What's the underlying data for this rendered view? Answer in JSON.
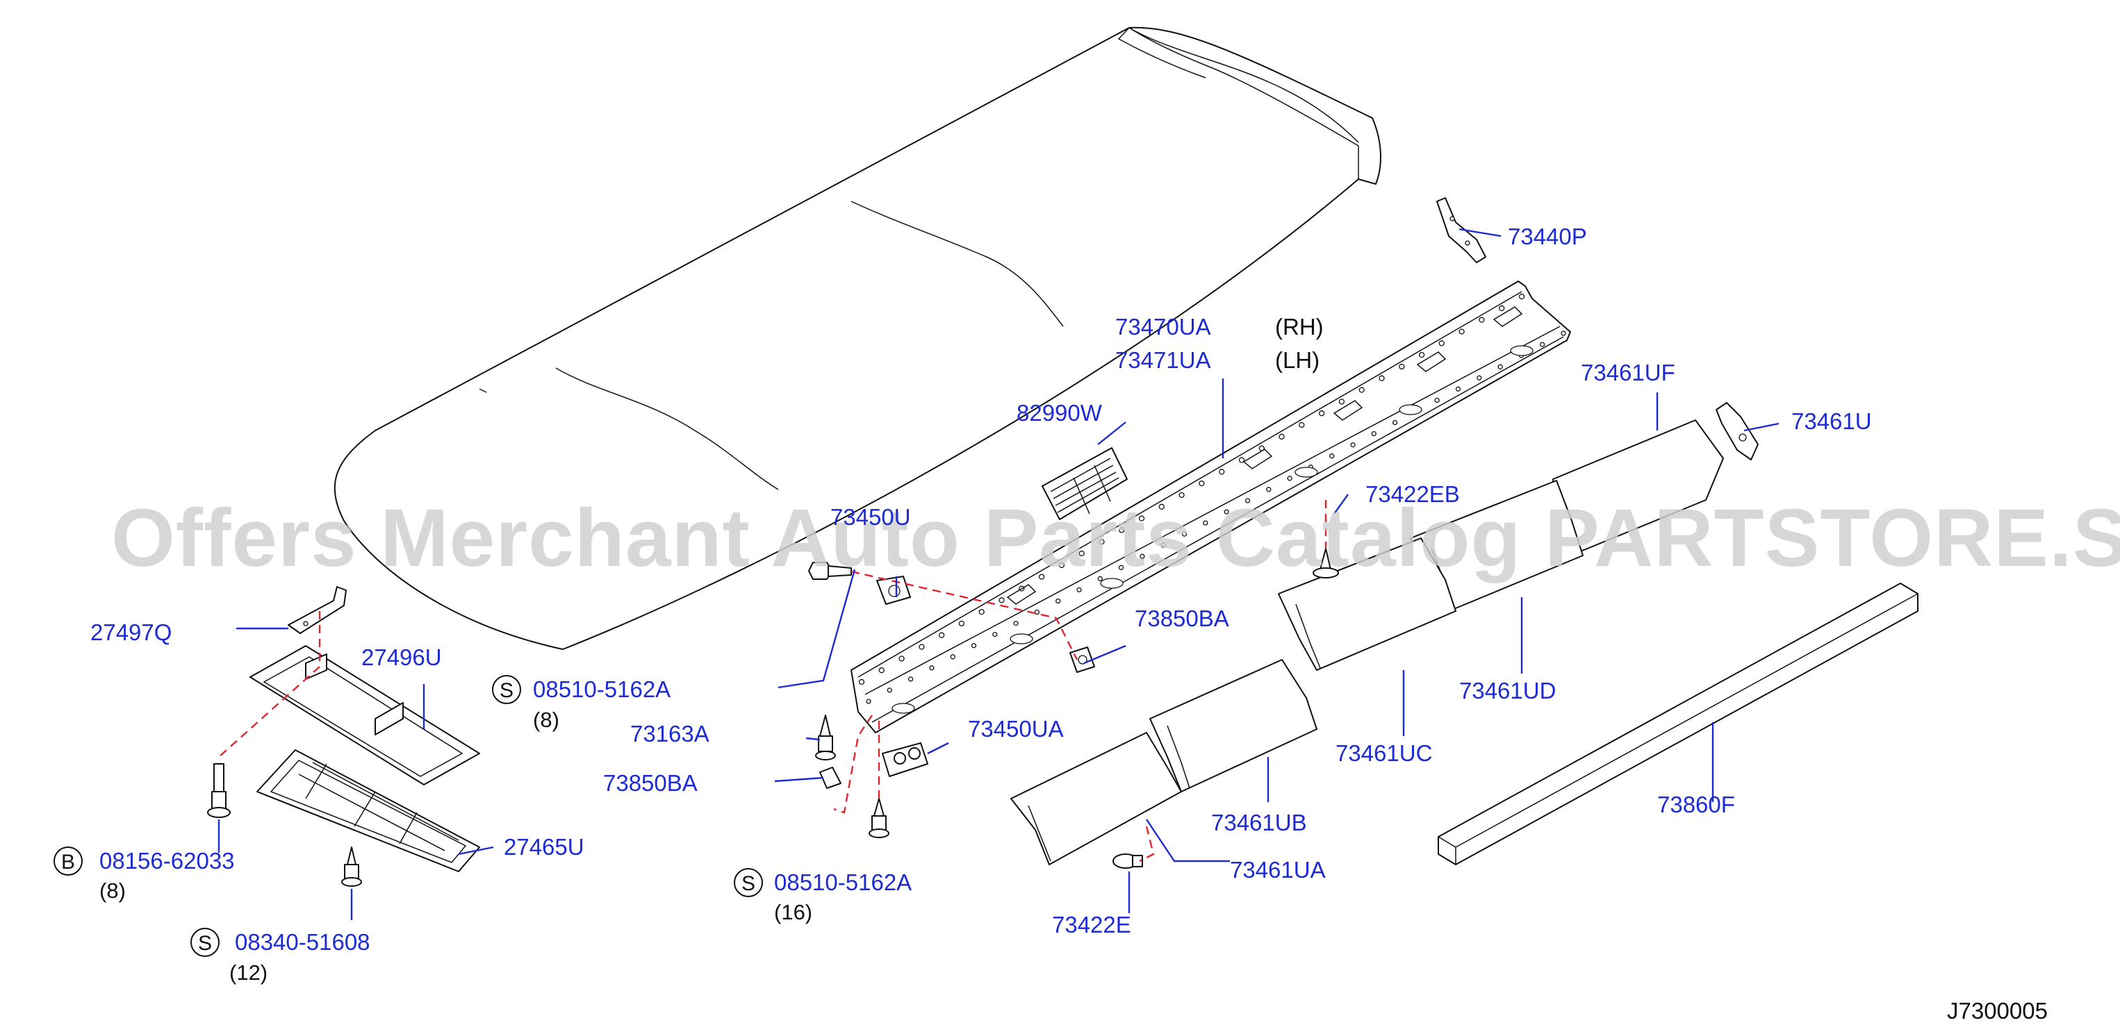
{
  "watermark": "Offers Merchant Auto Parts Catalog PARTSTORE.SA",
  "diagram_code": "J7300005",
  "side_markers": {
    "rh": "(RH)",
    "lh": "(LH)"
  },
  "callouts": {
    "p73440P": "73440P",
    "p73470UA": "73470UA",
    "p73471UA": "73471UA",
    "p73461UF": "73461UF",
    "p73461U": "73461U",
    "p82990W": "82990W",
    "p73450U": "73450U",
    "p73422EB": "73422EB",
    "p27497Q": "27497Q",
    "p27496U": "27496U",
    "p73850BA_top": "73850BA",
    "p73461UD": "73461UD",
    "p73163A": "73163A",
    "p73450UA": "73450UA",
    "p73461UC": "73461UC",
    "p73850BA_low": "73850BA",
    "p73860F": "73860F",
    "p73461UB": "73461UB",
    "p27465U": "27465U",
    "p73461UA": "73461UA",
    "p73422E": "73422E"
  },
  "fasteners": {
    "s1": {
      "symbol": "S",
      "part": "08510-5162A",
      "qty": "(8)"
    },
    "s2": {
      "symbol": "S",
      "part": "08510-5162A",
      "qty": "(16)"
    },
    "s3": {
      "symbol": "S",
      "part": "08340-51608",
      "qty": "(12)"
    },
    "b1": {
      "symbol": "B",
      "part": "08156-62033",
      "qty": "(8)"
    }
  },
  "colors": {
    "callout_text": "#1c2bd6",
    "leader_line": "#1c2bd6",
    "dashed_guide": "#e0262d",
    "outline": "#111111",
    "watermark": "#cfcfcf"
  }
}
